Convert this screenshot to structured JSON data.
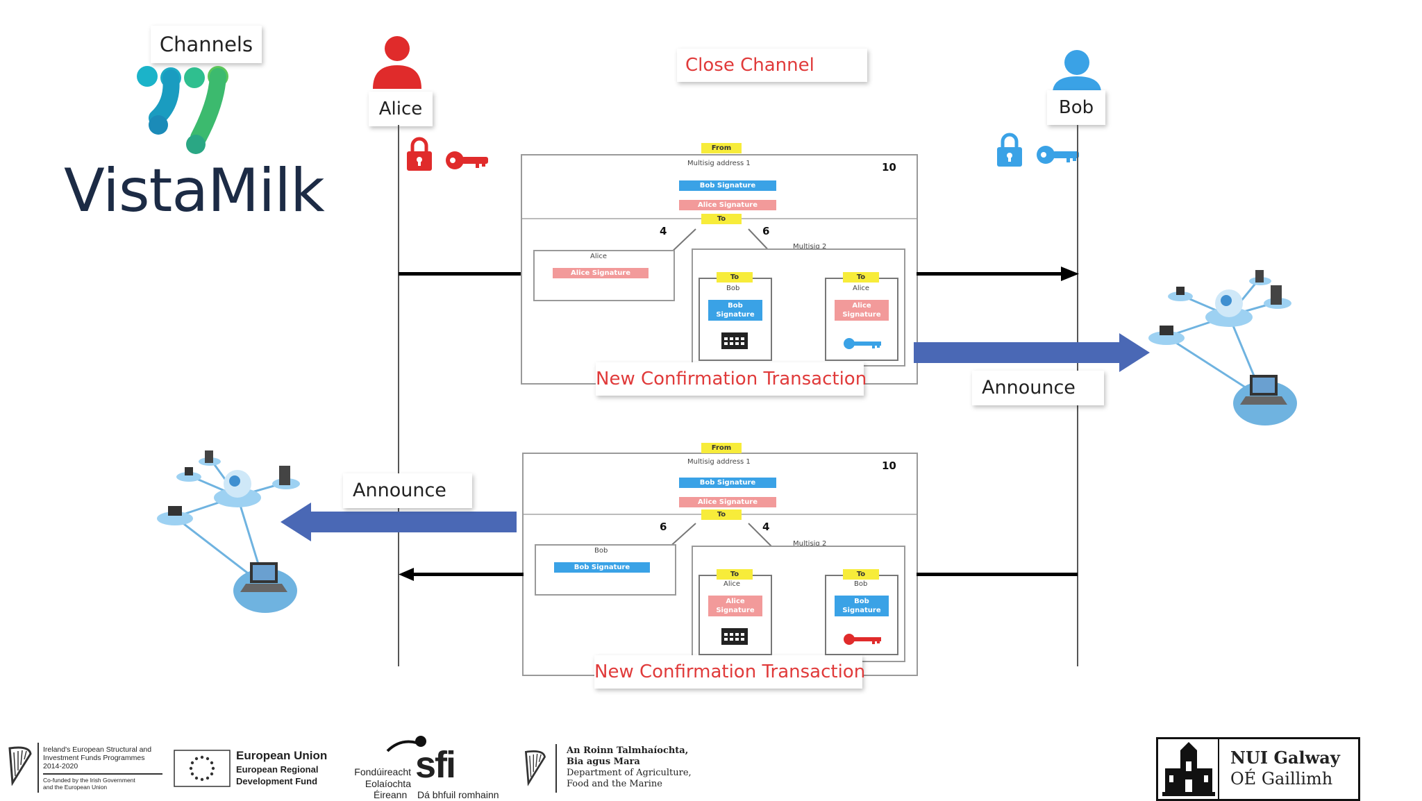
{
  "labels": {
    "channels": "Channels",
    "close_channel": "Close Channel",
    "alice": "Alice",
    "bob": "Bob",
    "announce_right": "Announce",
    "announce_left": "Announce",
    "new_tx_top": "New Confirmation Transaction",
    "new_tx_bottom": "New Confirmation Transaction"
  },
  "logo": {
    "brand": "VistaMilk"
  },
  "tx_top": {
    "from": "From",
    "multisig1": "Multisig address 1",
    "amount": "10",
    "bob_sig": "Bob Signature",
    "alice_sig": "Alice Signature",
    "to": "To",
    "left_amount": "4",
    "right_amount": "6",
    "left_name": "Alice",
    "left_sig": "Alice Signature",
    "multisig2": "Multisig 2",
    "sub1_to": "To",
    "sub1_name": "Bob",
    "sub1_sig_a": "Bob",
    "sub1_sig_b": "Signature",
    "sub2_to": "To",
    "sub2_name": "Alice",
    "sub2_sig_a": "Alice",
    "sub2_sig_b": "Signature"
  },
  "tx_bottom": {
    "from": "From",
    "multisig1": "Multisig address 1",
    "amount": "10",
    "bob_sig": "Bob Signature",
    "alice_sig": "Alice Signature",
    "to": "To",
    "left_amount": "6",
    "right_amount": "4",
    "left_name": "Bob",
    "left_sig": "Bob Signature",
    "multisig2": "Multisig 2",
    "sub1_to": "To",
    "sub1_name": "Alice",
    "sub1_sig_a": "Alice",
    "sub1_sig_b": "Signature",
    "sub2_to": "To",
    "sub2_name": "Bob",
    "sub2_sig_a": "Bob",
    "sub2_sig_b": "Signature"
  },
  "footer": {
    "esif_line1": "Ireland's European Structural and",
    "esif_line2": "Investment Funds Programmes",
    "esif_line3": "2014-2020",
    "esif_line4": "Co-funded by the Irish Government",
    "esif_line5": "and the European Union",
    "eu_line1": "European Union",
    "eu_line2": "European Regional",
    "eu_line3": "Development Fund",
    "sfi_line1": "Fondúireacht",
    "sfi_line2": "Eolaíochta",
    "sfi_line3": "Éireann",
    "sfi_brand": "sfi",
    "sfi_tagline": "Dá bhfuil romhainn",
    "dept_line1": "An Roinn Talmhaíochta,",
    "dept_line2": "Bia agus Mara",
    "dept_line3": "Department of Agriculture,",
    "dept_line4": "Food and the Marine",
    "nui_line1": "NUI Galway",
    "nui_line2": "OÉ Gaillimh"
  },
  "colors": {
    "alice_red": "#e02b2b",
    "bob_blue": "#3aa2e6",
    "arrow_blue": "#4a68b5",
    "tag_yellow": "#f7ec3a",
    "logo_dark": "#1c2b45"
  }
}
